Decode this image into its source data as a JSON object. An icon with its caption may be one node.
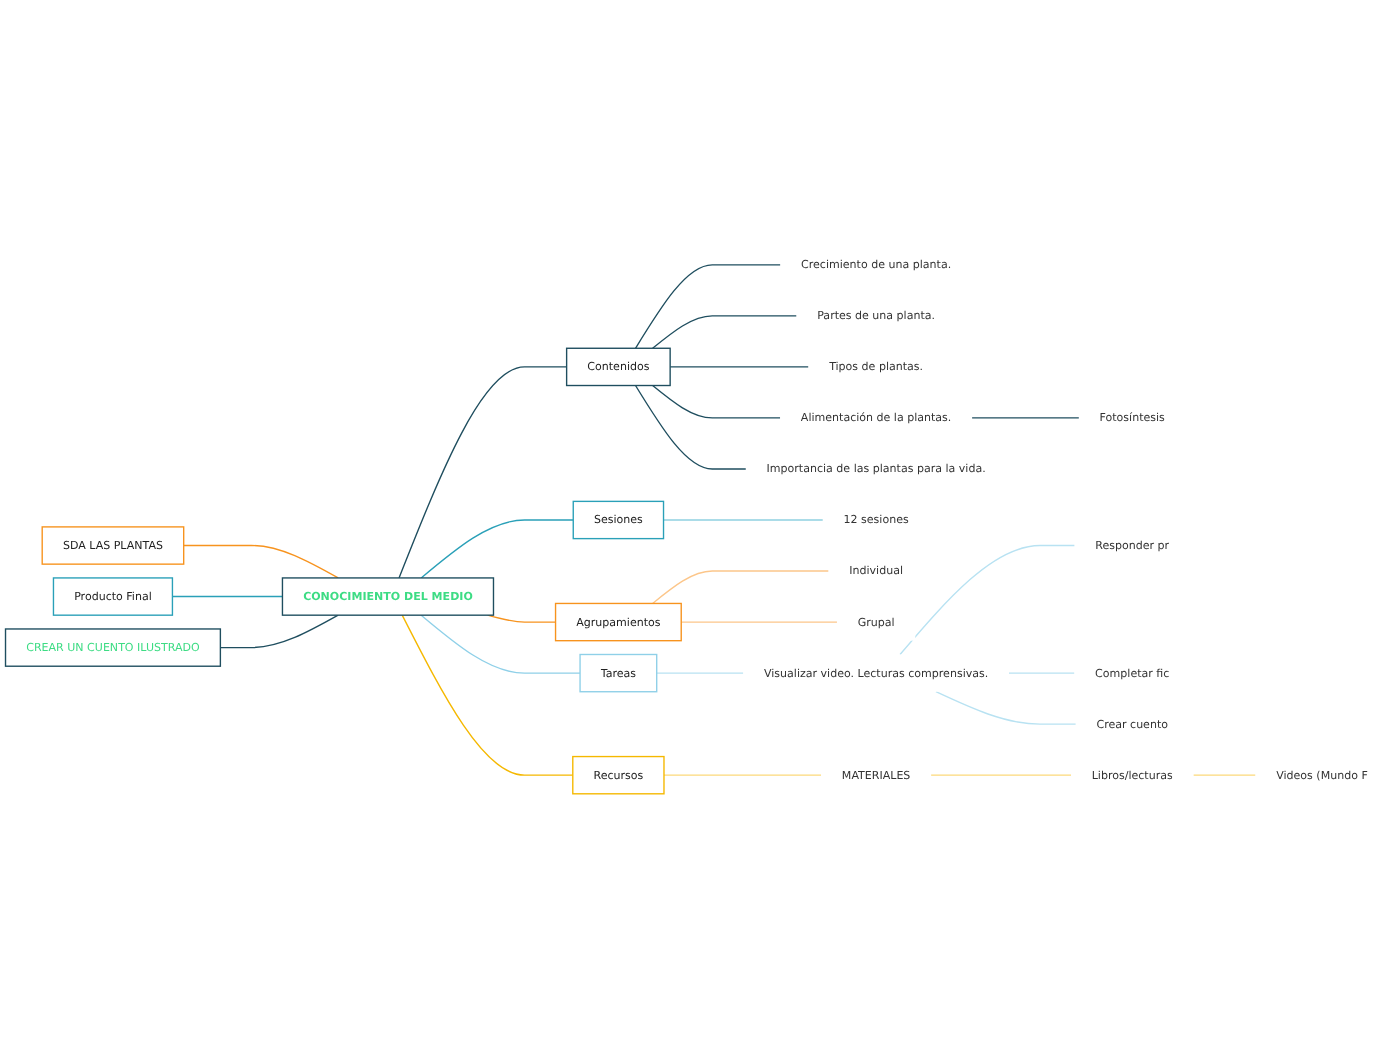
{
  "diagram": {
    "nodes": [
      {
        "text": [
          "CONOCIMIENTO DEL MEDIO"
        ]
      },
      {
        "text": [
          "SDA LAS PLANTAS"
        ]
      },
      {
        "text": [
          "Producto Final"
        ]
      },
      {
        "text": [
          "CREAR UN CUENTO ILUSTRADO"
        ]
      },
      {
        "text": [
          "Contenidos"
        ]
      },
      {
        "text": [
          "Crecimiento de una planta."
        ]
      },
      {
        "text": [
          "Partes de una planta."
        ]
      },
      {
        "text": [
          "Tipos de plantas."
        ]
      },
      {
        "text": [
          "Alimentación de la plantas."
        ]
      },
      {
        "text": [
          "Fotosíntesis"
        ]
      },
      {
        "text": [
          "Importancia de las plantas para la vida."
        ]
      },
      {
        "text": [
          "Sesiones"
        ]
      },
      {
        "text": [
          "12 sesiones"
        ]
      },
      {
        "text": [
          "Agrupamientos"
        ]
      },
      {
        "text": [
          "Individual"
        ]
      },
      {
        "text": [
          "Grupal"
        ]
      },
      {
        "text": [
          "Tareas"
        ]
      },
      {
        "text": [
          "Visualizar video. Lecturas comprensivas."
        ]
      },
      {
        "text": [
          "Responder pr"
        ]
      },
      {
        "text": [
          "Completar fic"
        ]
      },
      {
        "text": [
          "Crear cuento"
        ]
      },
      {
        "text": [
          "Recursos"
        ]
      },
      {
        "text": [
          "MATERIALES"
        ]
      },
      {
        "text": [
          "Libros/lecturas"
        ]
      },
      {
        "text": [
          "Videos (Mundo F"
        ]
      }
    ],
    "edges": [
      {
        "from": 1,
        "to": 0,
        "arrow": "none",
        "color": "#f7931e"
      },
      {
        "from": 2,
        "to": 0,
        "arrow": "none",
        "color": "#2aa0b8"
      },
      {
        "from": 3,
        "to": 0,
        "arrow": "none"
      },
      {
        "from": 0,
        "to": 4,
        "arrow": "none"
      },
      {
        "from": 4,
        "to": 5,
        "arrow": "none"
      },
      {
        "from": 4,
        "to": 6,
        "arrow": "none"
      },
      {
        "from": 4,
        "to": 7,
        "arrow": "none"
      },
      {
        "from": 4,
        "to": 8,
        "arrow": "none"
      },
      {
        "from": 8,
        "to": 9,
        "arrow": "none"
      },
      {
        "from": 4,
        "to": 10,
        "arrow": "none"
      },
      {
        "from": 0,
        "to": 11,
        "arrow": "none",
        "color": "#2aa0b8"
      },
      {
        "from": 11,
        "to": 12,
        "arrow": "none",
        "color": "#8fd0e0"
      },
      {
        "from": 0,
        "to": 13,
        "arrow": "none",
        "color": "#f7931e"
      },
      {
        "from": 13,
        "to": 14,
        "arrow": "none",
        "color": "#fcc68a"
      },
      {
        "from": 13,
        "to": 15,
        "arrow": "none",
        "color": "#fcc68a"
      },
      {
        "from": 0,
        "to": 16,
        "arrow": "none",
        "color": "#8fd0e8"
      },
      {
        "from": 16,
        "to": 17,
        "arrow": "none",
        "color": "#b8e2f2"
      },
      {
        "from": 17,
        "to": 18,
        "arrow": "none",
        "color": "#b8e2f2"
      },
      {
        "from": 17,
        "to": 19,
        "arrow": "none",
        "color": "#b8e2f2"
      },
      {
        "from": 17,
        "to": 20,
        "arrow": "none",
        "color": "#b8e2f2"
      },
      {
        "from": 0,
        "to": 21,
        "arrow": "none",
        "color": "#f5b800"
      },
      {
        "from": 21,
        "to": 22,
        "arrow": "none",
        "color": "#fcd97a"
      },
      {
        "from": 22,
        "to": 23,
        "arrow": "none",
        "color": "#fcd97a"
      },
      {
        "from": 23,
        "to": 24,
        "arrow": "none",
        "color": "#fcd97a"
      }
    ]
  }
}
